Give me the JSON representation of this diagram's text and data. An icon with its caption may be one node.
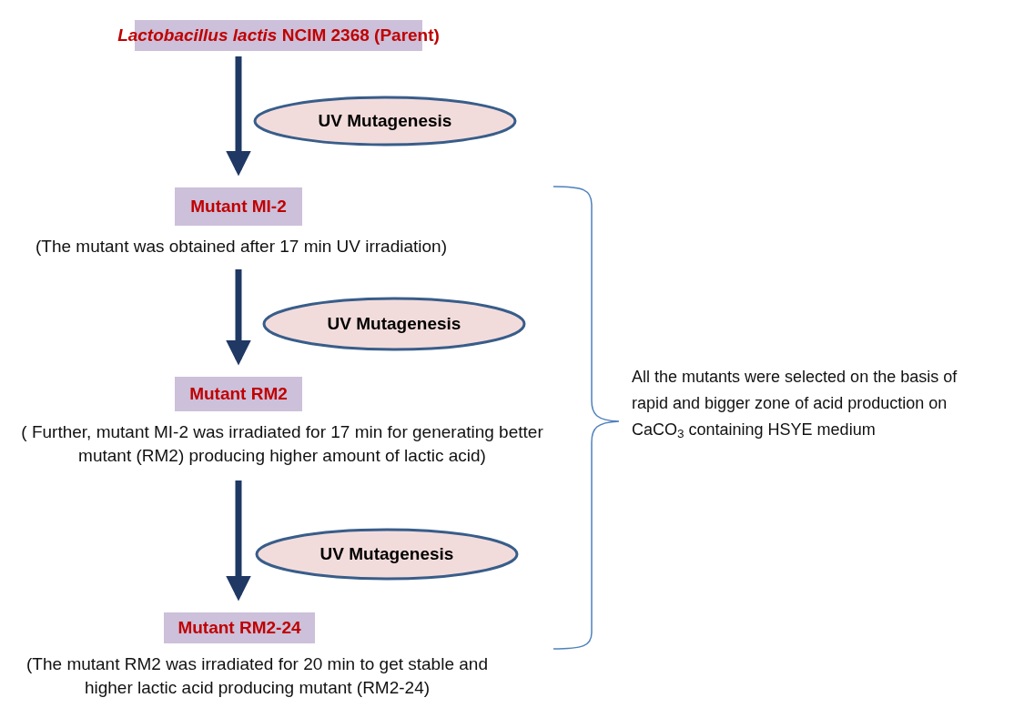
{
  "diagram": {
    "nodes": [
      {
        "text": [
          "*Lactobacillus lactis* NCIM 2368 (Parent)"
        ]
      },
      {
        "text": [
          "UV Mutagenesis"
        ]
      },
      {
        "text": [
          "Mutant MI-2"
        ],
        "beside": [
          "(The mutant was obtained after 17 min UV irradiation)"
        ]
      },
      {
        "text": [
          "UV Mutagenesis"
        ]
      },
      {
        "text": [
          "Mutant RM2"
        ],
        "beside": [
          "( Further, mutant MI-2 was irradiated for 17 min for generating better mutant (RM2) producing higher amount of lactic acid)"
        ]
      },
      {
        "text": [
          "UV Mutagenesis"
        ]
      },
      {
        "text": [
          "Mutant RM2-24"
        ],
        "beside": [
          "(The mutant RM2 was irradiated for 20 min to get stable and higher lactic acid producing mutant (RM2-24)"
        ]
      }
    ],
    "edges": [
      {
        "from": 0,
        "to": 2,
        "arrow": "to"
      },
      {
        "from": 2,
        "to": 4,
        "arrow": "to"
      },
      {
        "from": 4,
        "to": 6,
        "arrow": "to"
      }
    ],
    "labels": [
      "All the mutants were selected on the basis of rapid and bigger zone of acid production on CaCO$_{3}$ containing HSYE medium"
    ]
  }
}
